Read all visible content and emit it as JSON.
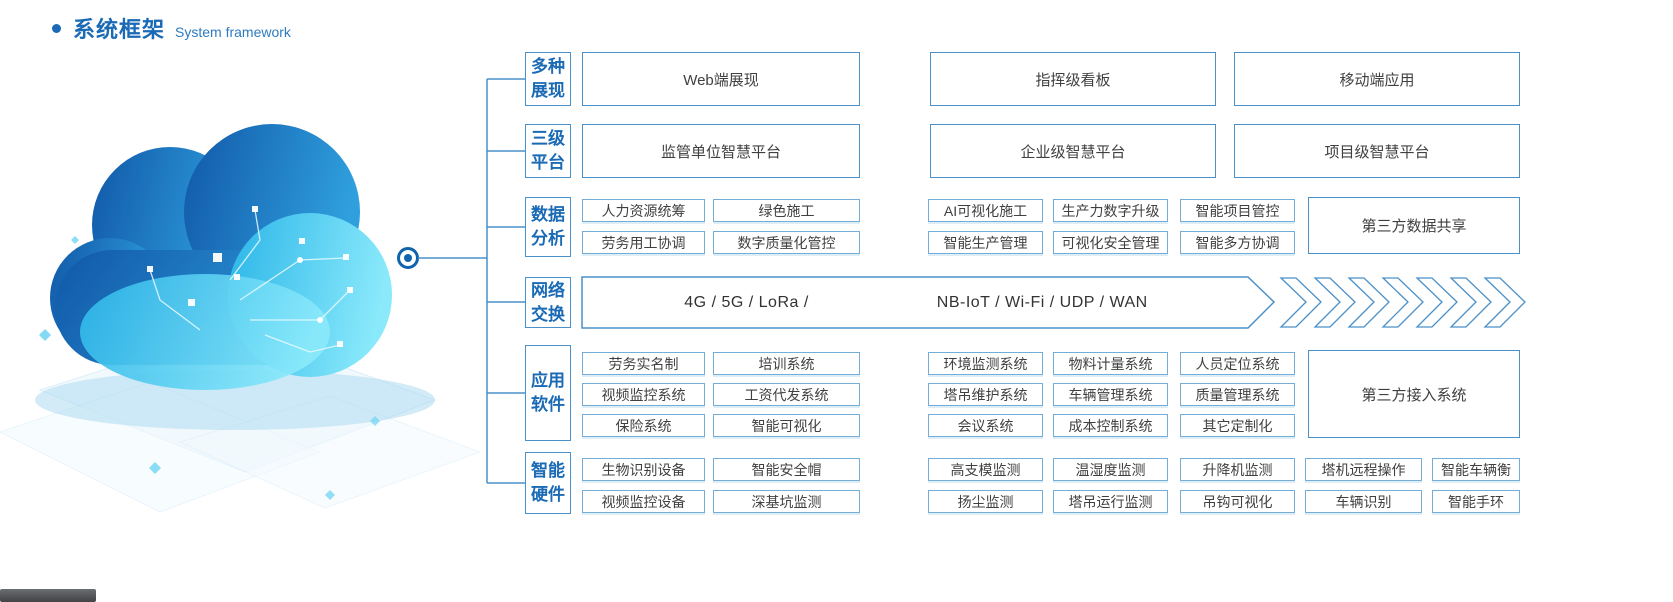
{
  "header": {
    "title_cn": "系统框架",
    "title_en": "System framework"
  },
  "colors": {
    "accent_blue": "#1a6ab5",
    "line_blue": "#4a90c9",
    "small_box_border": "#74aed8",
    "cloud_dark_blue": "#1158a8",
    "cloud_cyan": "#35c8f0",
    "text_dark": "#404040"
  },
  "framework": {
    "rows": [
      {
        "category": "多种展现",
        "items": [
          "Web端展现",
          "指挥级看板",
          "移动端应用"
        ]
      },
      {
        "category": "三级平台",
        "items": [
          "监管单位智慧平台",
          "企业级智慧平台",
          "项目级智慧平台"
        ]
      },
      {
        "category": "数据分析",
        "grid": [
          [
            "人力资源统筹",
            "绿色施工",
            "AI可视化施工",
            "生产力数字升级",
            "智能项目管控"
          ],
          [
            "劳务用工协调",
            "数字质量化管控",
            "智能生产管理",
            "可视化安全管理",
            "智能多方协调"
          ]
        ],
        "side": "第三方数据共享"
      },
      {
        "category": "网络交换",
        "net_left": "4G / 5G / LoRa /",
        "net_right": "NB-IoT / Wi-Fi / UDP / WAN"
      },
      {
        "category": "应用软件",
        "grid": [
          [
            "劳务实名制",
            "培训系统",
            "环境监测系统",
            "物料计量系统",
            "人员定位系统"
          ],
          [
            "视频监控系统",
            "工资代发系统",
            "塔吊维护系统",
            "车辆管理系统",
            "质量管理系统"
          ],
          [
            "保险系统",
            "智能可视化",
            "会议系统",
            "成本控制系统",
            "其它定制化"
          ]
        ],
        "side": "第三方接入系统"
      },
      {
        "category": "智能硬件",
        "grid": [
          [
            "生物识别设备",
            "智能安全帽",
            "高支模监测",
            "温湿度监测",
            "升降机监测",
            "塔机远程操作",
            "智能车辆衡"
          ],
          [
            "视频监控设备",
            "深基坑监测",
            "扬尘监测",
            "塔吊运行监测",
            "吊钩可视化",
            "车辆识别",
            "智能手环"
          ]
        ]
      }
    ]
  }
}
